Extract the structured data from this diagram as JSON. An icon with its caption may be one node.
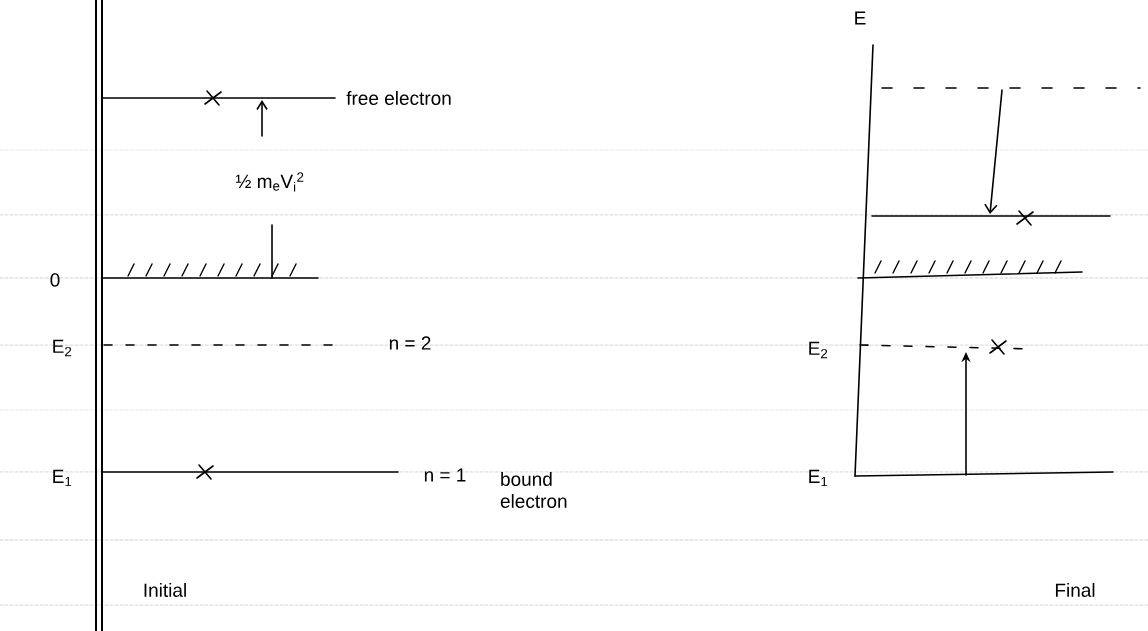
{
  "diagram": {
    "labels": [
      "free electron",
      "½ m$_{e}$V$_{i}$$^{2}$",
      "0",
      "E$_{2}$",
      "n = 2",
      "E$_{1}$",
      "n = 1",
      "bound electron",
      "Initial",
      "E",
      "E$_{2}$",
      "E$_{1}$",
      "Final"
    ]
  }
}
